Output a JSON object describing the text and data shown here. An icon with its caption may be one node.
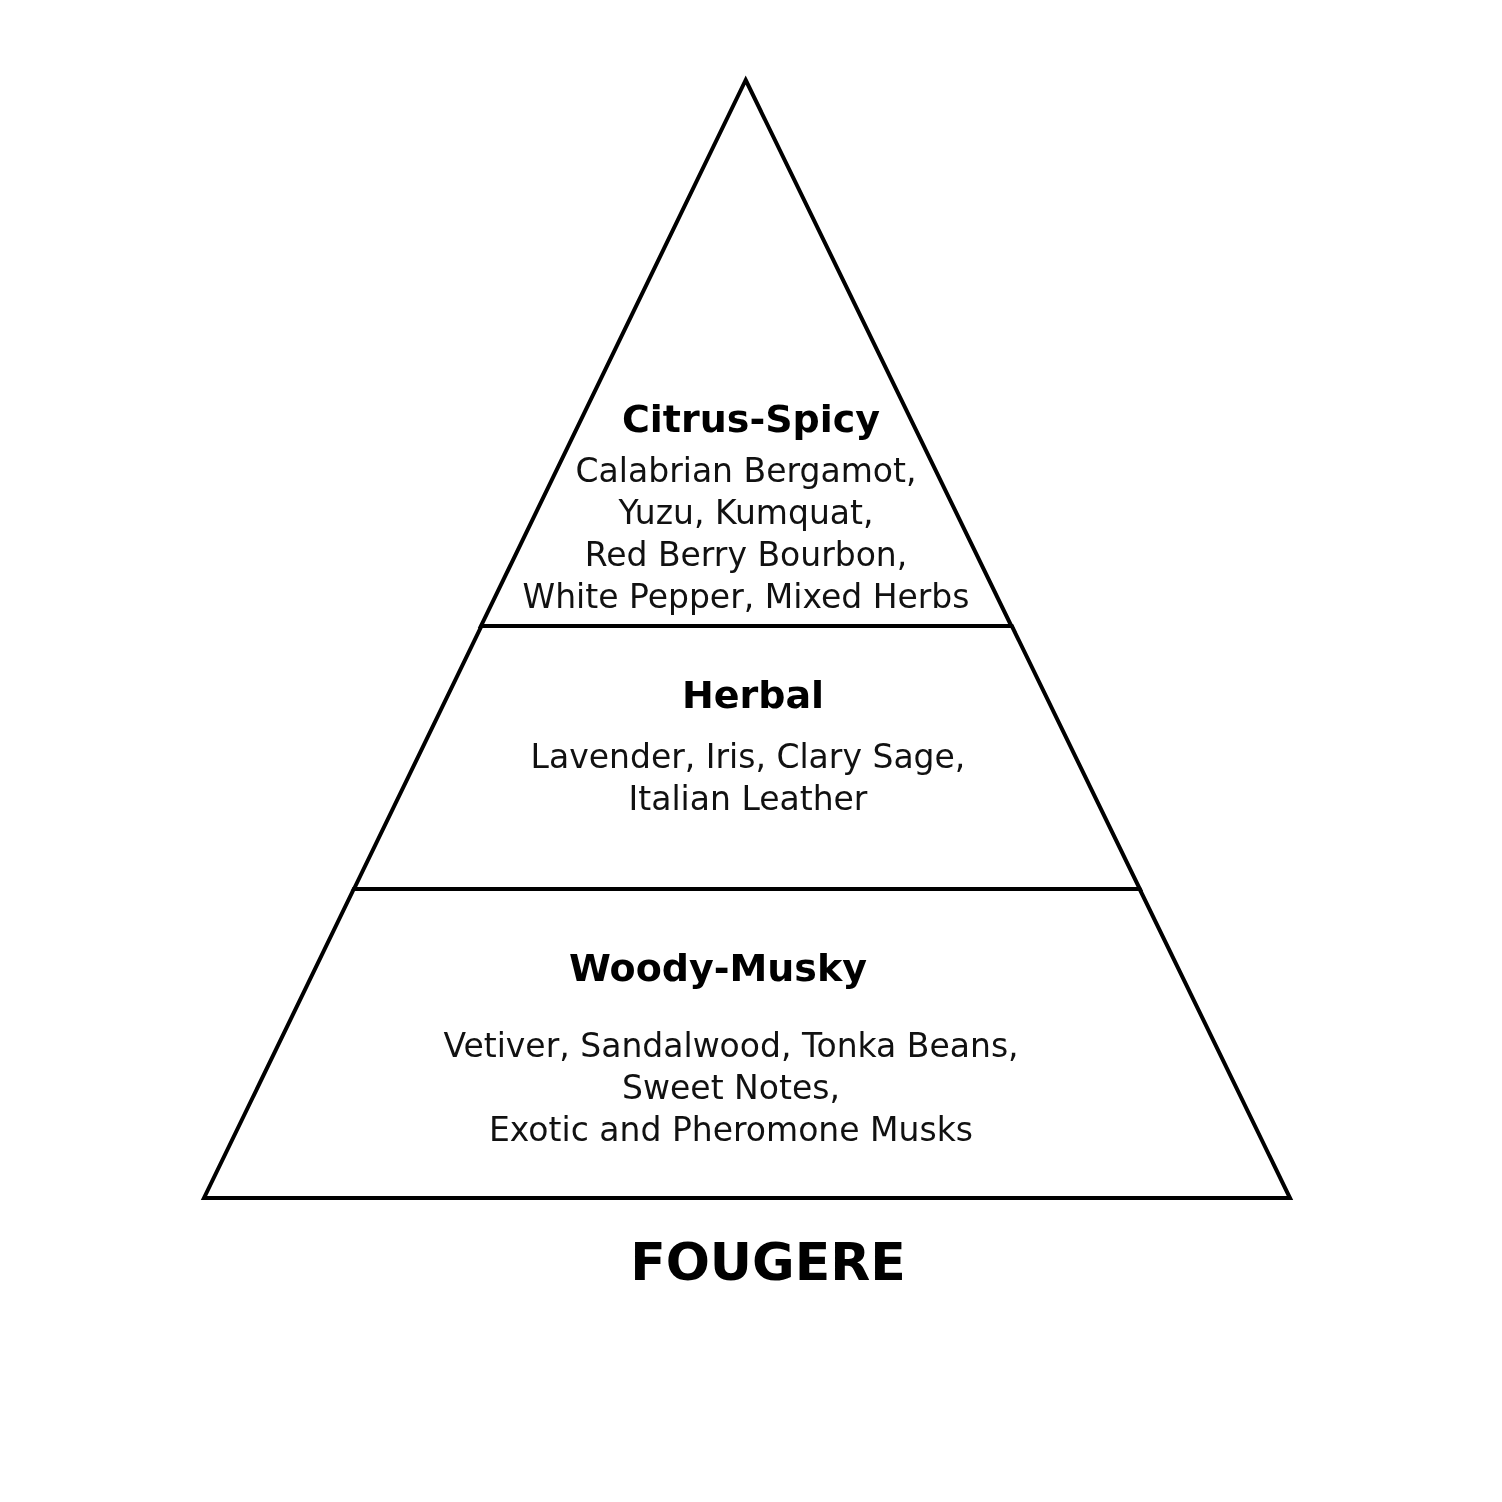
{
  "diagram": {
    "title": "FOUGERE",
    "nodes": [
      {
        "text": [
          "Citrus-Spicy",
          "Calabrian Bergamot, Yuzu, Kumquat, Red Berry Bourbon, White Pepper, Mixed Herbs"
        ]
      },
      {
        "text": [
          "Herbal",
          "Lavender, Iris, Clary Sage, Italian Leather"
        ]
      },
      {
        "text": [
          "Woody-Musky",
          "Vetiver, Sandalwood, Tonka Beans, Sweet Notes, Exotic and Pheromone Musks"
        ]
      }
    ]
  }
}
